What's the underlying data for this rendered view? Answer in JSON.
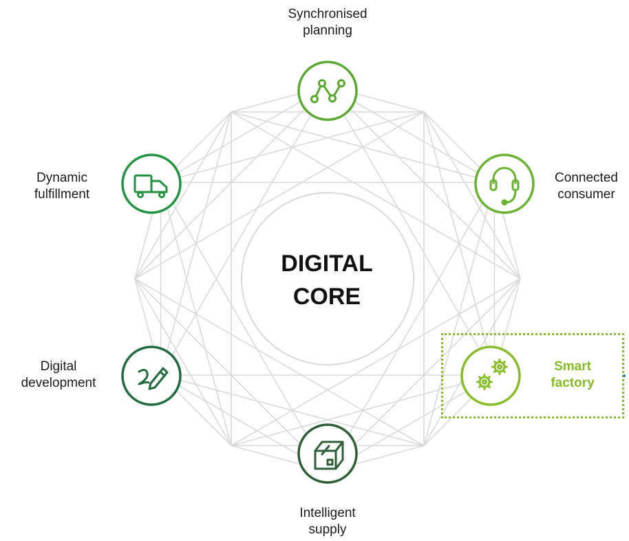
{
  "core": {
    "line1": "DIGITAL",
    "line2": "CORE"
  },
  "nodes": [
    {
      "id": "synchronised-planning",
      "line1": "Synchronised",
      "line2": "planning",
      "icon": "line-graph-icon",
      "color": "#5aa832"
    },
    {
      "id": "connected-consumer",
      "line1": "Connected",
      "line2": "consumer",
      "icon": "headset-icon",
      "color": "#69b22f"
    },
    {
      "id": "smart-factory",
      "line1": "Smart",
      "line2": "factory",
      "icon": "gears-icon",
      "color": "#86bc25",
      "highlighted": true
    },
    {
      "id": "intelligent-supply",
      "line1": "Intelligent",
      "line2": "supply",
      "icon": "package-icon",
      "color": "#2e5e35"
    },
    {
      "id": "digital-development",
      "line1": "Digital",
      "line2": "development",
      "icon": "pen-icon",
      "color": "#1f6b3e"
    },
    {
      "id": "dynamic-fulfillment",
      "line1": "Dynamic",
      "line2": "fulfillment",
      "icon": "truck-icon",
      "color": "#21923f"
    }
  ],
  "colors": {
    "mesh": "#d9d9d9",
    "core_fill": "#ffffff",
    "highlight_frame": "#86bc25"
  }
}
